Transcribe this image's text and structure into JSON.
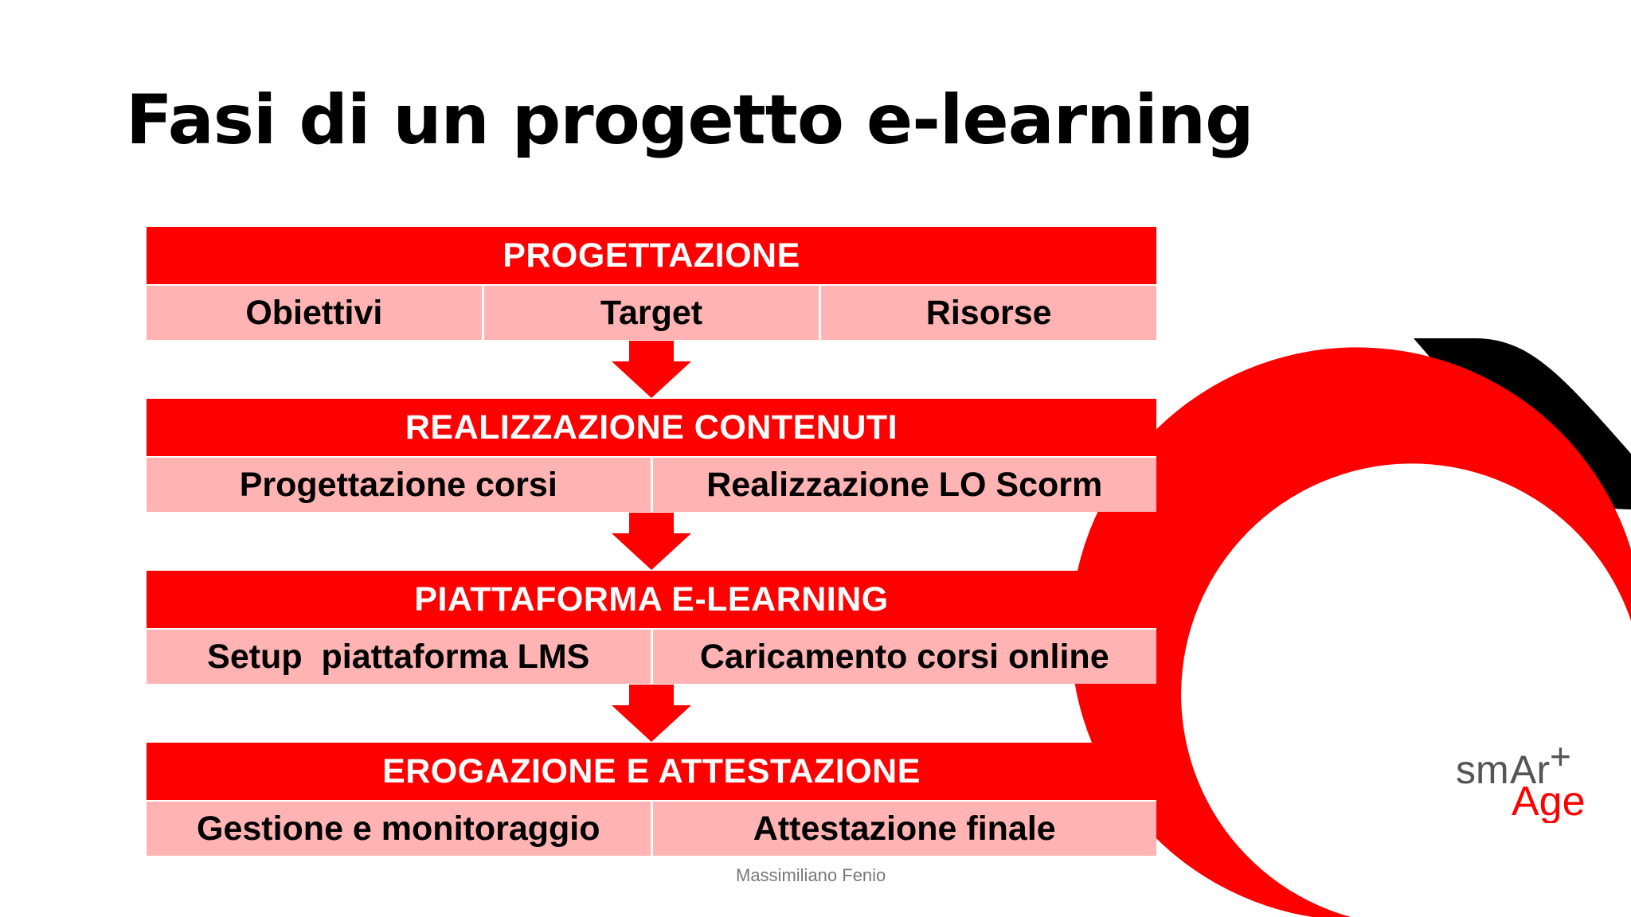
{
  "slide": {
    "title": "Fasi di un progetto e-learning",
    "footer": "Massimiliano Fenio"
  },
  "phases": [
    {
      "header": "PROGETTAZIONE",
      "items": [
        "Obiettivi",
        "Target",
        "Risorse"
      ]
    },
    {
      "header": "REALIZZAZIONE CONTENUTI",
      "items": [
        "Progettazione corsi",
        "Realizzazione LO Scorm"
      ]
    },
    {
      "header": "PIATTAFORMA E-LEARNING",
      "items": [
        "Setup  piattaforma LMS",
        "Caricamento corsi online"
      ]
    },
    {
      "header": "EROGAZIONE E ATTESTAZIONE",
      "items": [
        "Gestione e monitoraggio",
        "Attestazione finale"
      ]
    }
  ],
  "logo": {
    "text_part1": "sm",
    "text_part2": "Ar",
    "text_part3": "+",
    "text_part4": "Age"
  },
  "colors": {
    "header_red": "#ff0000",
    "item_pink": "#ffb3b3",
    "arrow_red": "#ff0000",
    "decor_black": "#000000",
    "logo_gray": "#555555"
  }
}
